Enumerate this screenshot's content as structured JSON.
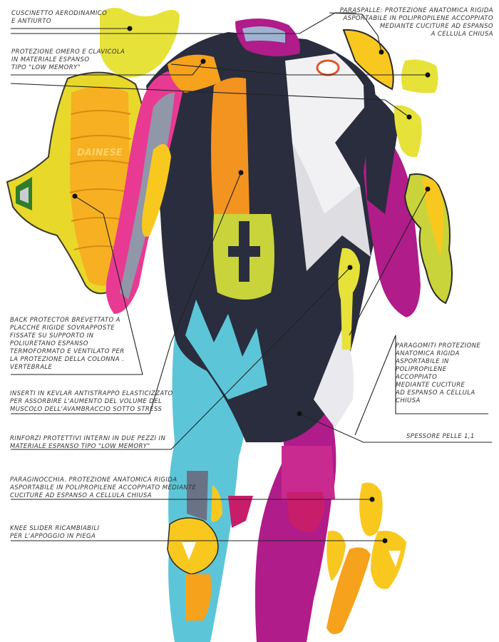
{
  "diagram": {
    "subject": "Racing leather suit with protective inserts (cutaway illustration)",
    "brand_marks": [
      "DAINESE"
    ],
    "colors": {
      "background": "#ffffff",
      "leather_black": "#2a2d3d",
      "leather_white": "#f1f1f4",
      "magenta": "#b01c8a",
      "pink": "#e83a92",
      "cyan": "#5cc6d8",
      "foam_yellow": "#e6e23a",
      "protector_orange": "#f6a21c",
      "protector_yellow": "#f9c81e",
      "mesh_grey": "#8f97a8",
      "leader_line": "#222222"
    },
    "callouts": [
      {
        "id": "aero-hump",
        "side": "left",
        "text": "CUSCINETTO AERODINAMICO\nE ANTIURTO"
      },
      {
        "id": "shoulder-clavicle",
        "side": "left",
        "text": "PROTEZIONE OMERO E CLAVICOLA\nIN MATERIALE ESPANSO\nTIPO \"LOW MEMORY\""
      },
      {
        "id": "back-protector",
        "side": "left",
        "text": "BACK PROTECTOR BREVETTATO A\nPLACCHE RIGIDE SOVRAPPOSTE\nFISSATE SU SUPPORTO IN\nPOLIURETANO ESPANSO\nTERMOFORMATO E VENTILATO PER\nLA PROTEZIONE DELLA COLONNA .\nVERTEBRALE"
      },
      {
        "id": "kevlar-inserts",
        "side": "left",
        "text": "INSERTI IN KEVLAR ANTISTRAPPO ELASTICIZZATO\nPER ASSORBIRE L'AUMENTO DEL VOLUME DEL\nMUSCOLO DELL'AVAMBRACCIO SOTTO STRESS"
      },
      {
        "id": "internal-reinforcements",
        "side": "left",
        "text": "RINFORZI PROTETTIVI INTERNI IN DUE PEZZI IN\nMATERIALE ESPANSO TIPO \"LOW MEMORY\""
      },
      {
        "id": "knee-guard",
        "side": "left",
        "text": "PARAGINOCCHIA. PROTEZIONE ANATOMICA RIGIDA\nASPORTABILE IN POLIPROPILENE ACCOPPIATO MEDIANTE\nCUCITURE AD ESPANSO A CELLULA CHIUSA"
      },
      {
        "id": "knee-slider",
        "side": "left",
        "text": "KNEE SLIDER RICAMBIABILI\nPER L'APPOGGIO IN PIEGA"
      },
      {
        "id": "shoulder-guard",
        "side": "right",
        "text": "PARASPALLE: PROTEZIONE ANATOMICA RIGIDA\nASPORTABILE IN POLIPROPILENE ACCOPPIATO\nMEDIANTE CUCITURE AD ESPANSO\nA CELLULA CHIUSA"
      },
      {
        "id": "elbow-guard",
        "side": "right",
        "text": "PARAGOMITI PROTEZIONE\nANATOMICA RIGIDA\nASPORTABILE IN\nPOLIPROPILENE\nACCOPPIATO\nMEDIANTE CUCITURE\nAD ESPANSO A CELLULA\nCHIUSA"
      },
      {
        "id": "leather-thickness",
        "side": "right",
        "text": "SPESSORE PELLE 1,1"
      }
    ]
  }
}
